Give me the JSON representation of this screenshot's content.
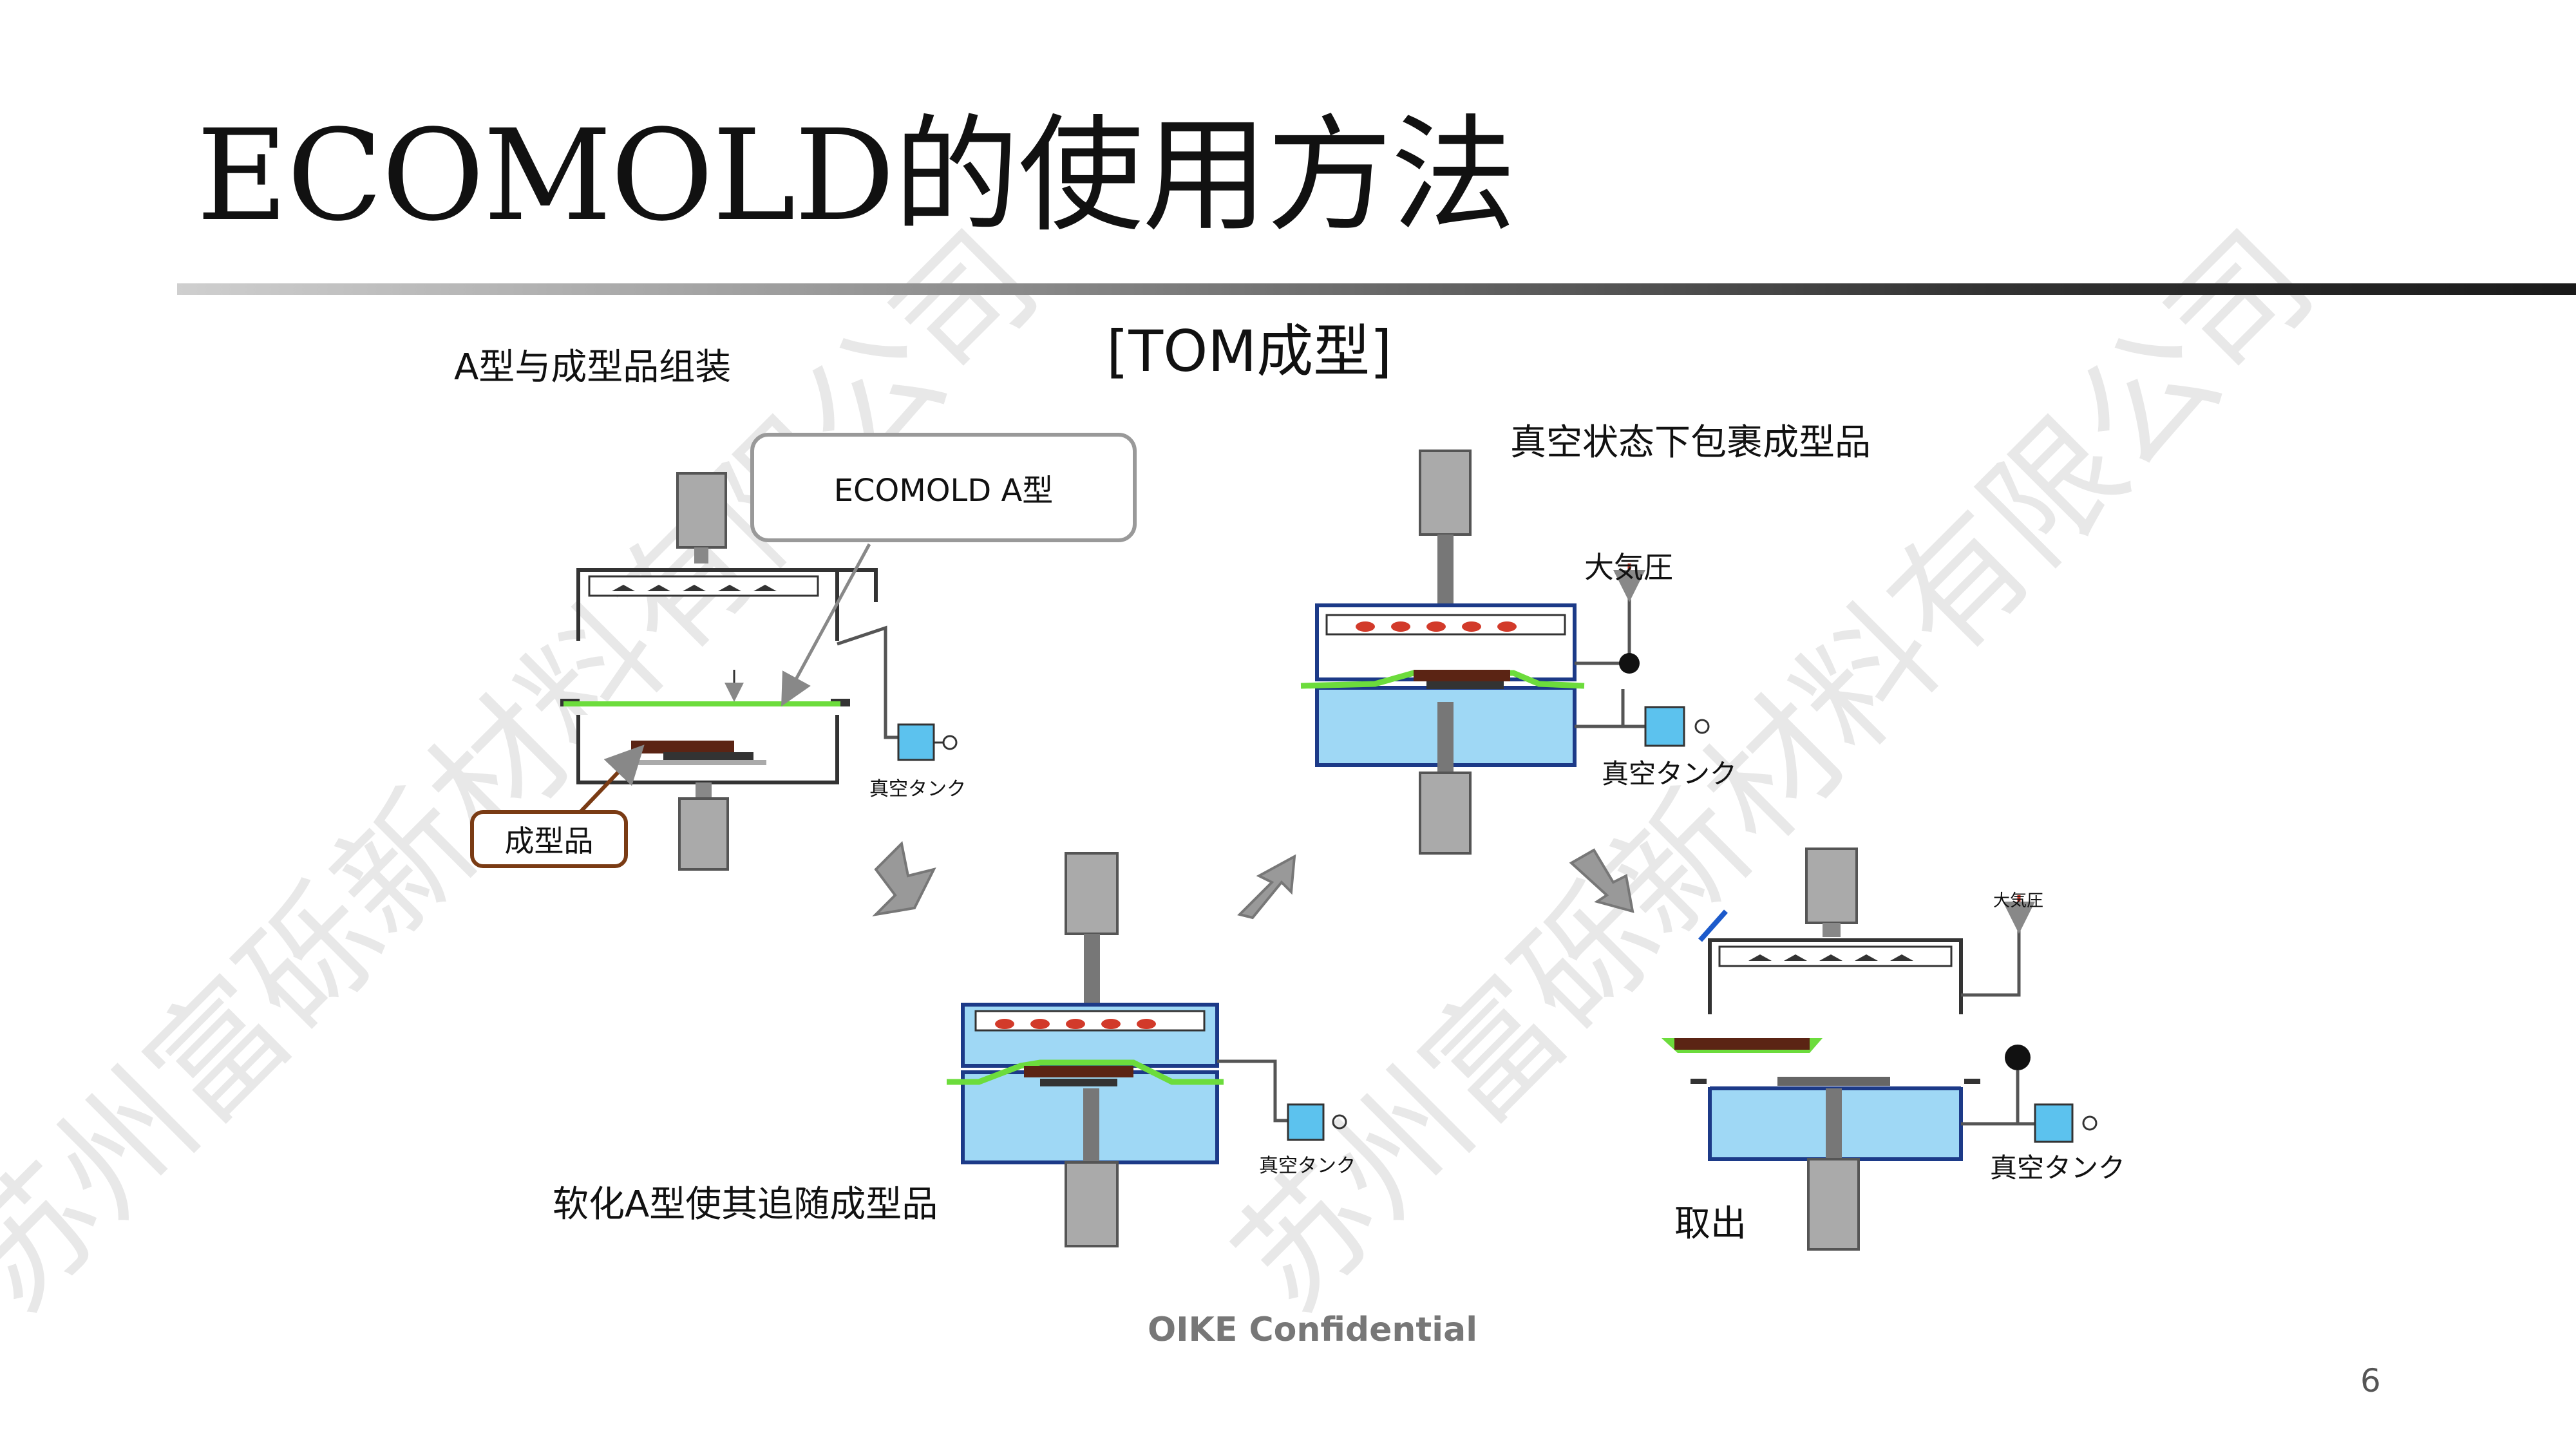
{
  "slide": {
    "title": "ECOMOLD的使用方法",
    "subtitle": "[TOM成型]",
    "footer": "OIKE Confidential",
    "page_number": "6"
  },
  "steps": {
    "step1": "A型与成型品组装",
    "step2": "软化A型使其追随成型品",
    "step3": "真空状态下包裹成型品",
    "step4": "取出"
  },
  "callouts": {
    "ecomold": "ECOMOLD A型",
    "molded_part": "成型品"
  },
  "labels": {
    "vacuum_tank": "真空タンク",
    "atmospheric_pressure": "大気圧"
  },
  "watermark": {
    "text": "苏州富砾新材料有限公司"
  },
  "colors": {
    "chamber_blue": "#9fd8f5",
    "film_green": "#6cdc3c",
    "part_brown": "#5b2414",
    "heater_red": "#d23a2a",
    "tank_blue": "#5cc2ee"
  }
}
